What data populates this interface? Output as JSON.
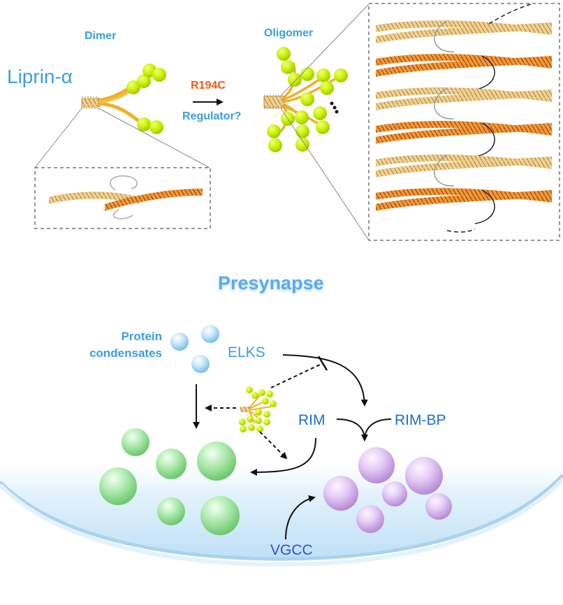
{
  "labels": {
    "dimer": "Dimer",
    "liprin": "Liprin-α",
    "mutation": "R194C",
    "regulator": "Regulator?",
    "oligomer": "Oligomer",
    "presynapse": "Presynapse",
    "protein_condensates_line1": "Protein",
    "protein_condensates_line2": "condensates",
    "elks": "ELKS",
    "rim": "RIM",
    "rim_bp": "RIM-BP",
    "vgcc": "VGCC"
  },
  "colors": {
    "label_blue": "#3a9fe0",
    "label_dark_blue": "#1c6fd0",
    "mutation_orange": "#f05a14",
    "vgcc_indigo": "#2f4fd6",
    "bead_green": "#c8f000",
    "coil_light": "#e8c070",
    "coil_dark": "#e07818",
    "green_condensate": "#a8e8a8",
    "purple_condensate": "#e0c0f0",
    "blue_condensate": "#bfe2f6",
    "membrane": "#d4ecfa"
  }
}
